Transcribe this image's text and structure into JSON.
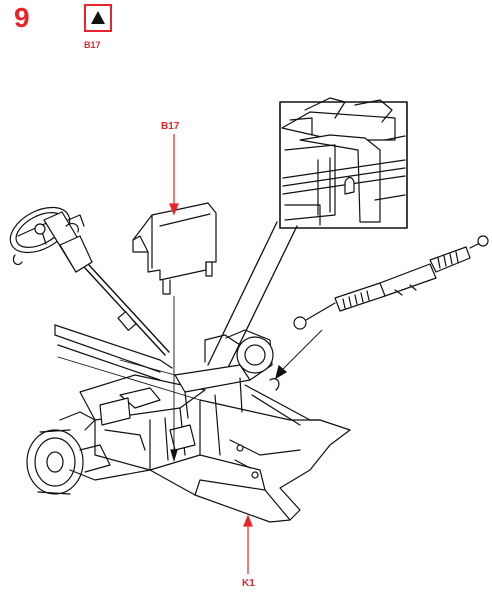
{
  "header": {
    "step_number": "9",
    "part_code": "B17"
  },
  "callouts": {
    "b17_label": "B17",
    "k1_label": "K1"
  },
  "colors": {
    "accent": "#e5252a",
    "ink": "#111111"
  },
  "icons": {
    "part_box": "filled-triangle-icon"
  }
}
